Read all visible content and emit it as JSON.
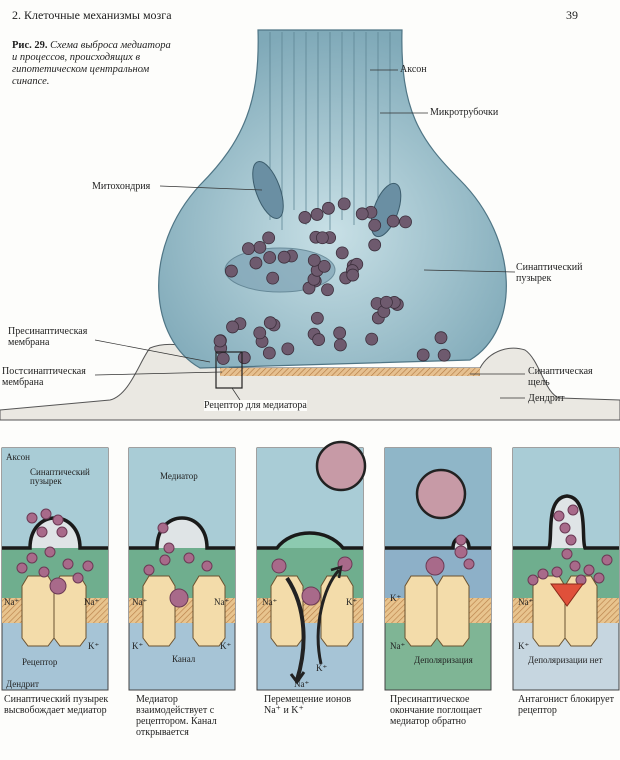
{
  "header": {
    "chapter": "2. Клеточные механизмы мозга",
    "page_number": "39"
  },
  "caption": {
    "figure": "Рис. 29.",
    "text": "Схема выброса медиатора и процессов, происходящих в гипотетическом центральном синапсе."
  },
  "main_labels": {
    "axon": "Аксон",
    "microtubules": "Микротрубочки",
    "mitochondria": "Митохондрия",
    "synaptic_vesicle": "Синаптический пузырек",
    "presynaptic_membrane": "Пресинаптическая мембрана",
    "postsynaptic_membrane": "Постсинаптическая мембрана",
    "synaptic_cleft": "Синаптическая щель",
    "dendrite": "Дендрит",
    "receptor": "Рецептор для медиатора"
  },
  "panels": [
    {
      "labels": {
        "axon": "Аксон",
        "vesicle": "Синаптический пузырек",
        "na_left": "Na⁺",
        "na_right": "Na⁺",
        "receptor": "Рецептор",
        "k": "K⁺",
        "dendrite": "Дендрит"
      },
      "caption": "Синаптический пузырек высвобождает медиатор"
    },
    {
      "labels": {
        "mediator": "Медиатор",
        "na_left": "Na⁺",
        "na_right": "Na⁺",
        "channel": "Канал",
        "k_left": "K⁺",
        "k_right": "K⁺"
      },
      "caption": "Медиатор взаимодействует с рецептором. Канал открывается"
    },
    {
      "labels": {
        "na_top": "Na⁺",
        "k_top": "K⁺",
        "k_bottom": "K⁺",
        "na_bottom": "Na⁺"
      },
      "caption": "Перемещение ионов Na⁺ и K⁺"
    },
    {
      "labels": {
        "k": "K⁺",
        "na": "Na⁺",
        "state": "Деполяризация"
      },
      "caption": "Пресинаптическое окончание поглощает медиатор обратно"
    },
    {
      "labels": {
        "na": "Na⁺",
        "k": "K⁺",
        "state": "Деполяризации нет"
      },
      "caption": "Антагонист блокирует рецептор"
    }
  ],
  "colors": {
    "axon": "#a9ccd6",
    "cleft": "#6fae8e",
    "vesicle": "#a86a8a",
    "receptor": "#f3dcaa",
    "antagonist": "#e0503a",
    "membrane": "#d9a86a"
  }
}
